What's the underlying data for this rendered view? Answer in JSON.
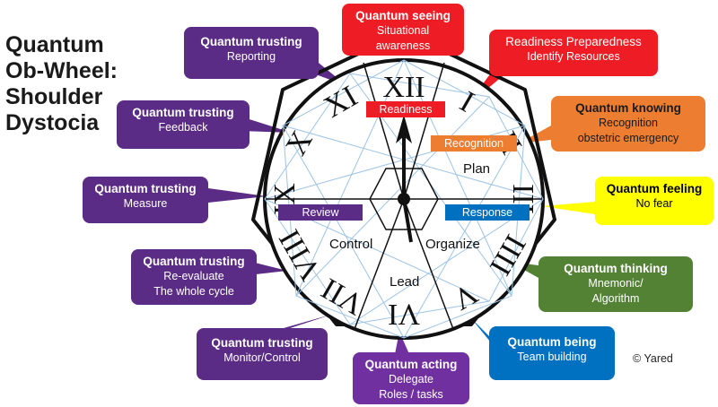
{
  "title": [
    "Quantum",
    "Ob-Wheel:",
    "Shoulder",
    "Dystocia"
  ],
  "center_labels": {
    "readiness": "Readiness",
    "recognition": "Recognition",
    "plan": "Plan",
    "review": "Review",
    "response": "Response",
    "control": "Control",
    "organize": "Organize",
    "lead": "Lead"
  },
  "callouts": {
    "seeing": {
      "title": "Quantum seeing",
      "lines": [
        "Situational",
        "awareness"
      ]
    },
    "readiness": {
      "title": "Readiness Preparedness",
      "lines": [
        "Identify Resources"
      ]
    },
    "knowing": {
      "title": "Quantum knowing",
      "lines": [
        "Recognition",
        "obstetric emergency"
      ]
    },
    "feeling": {
      "title": "Quantum feeling",
      "lines": [
        "No fear"
      ]
    },
    "thinking": {
      "title": "Quantum thinking",
      "lines": [
        "Mnemonic/",
        "Algorithm"
      ]
    },
    "being": {
      "title": "Quantum being",
      "lines": [
        "Team building"
      ]
    },
    "acting": {
      "title": "Quantum acting",
      "lines": [
        "Delegate",
        "Roles / tasks"
      ]
    },
    "monitor": {
      "title": "Quantum trusting",
      "lines": [
        "Monitor/Control"
      ]
    },
    "reevaluate": {
      "title": "Quantum trusting",
      "lines": [
        "Re-evaluate",
        "The whole cycle"
      ]
    },
    "measure": {
      "title": "Quantum trusting",
      "lines": [
        "Measure"
      ]
    },
    "feedback": {
      "title": "Quantum trusting",
      "lines": [
        "Feedback"
      ]
    },
    "reporting": {
      "title": "Quantum trusting",
      "lines": [
        "Reporting"
      ]
    }
  },
  "numerals": [
    "XII",
    "I",
    "II",
    "III",
    "IIII",
    "V",
    "VI",
    "VII",
    "VIII",
    "IX",
    "X",
    "XI"
  ],
  "copyright": "© Yared",
  "colors": {
    "purple": "#5b2c86",
    "red": "#ee1c24",
    "orange": "#ed7d31",
    "yellow": "#ffff00",
    "green": "#548235",
    "blue": "#0070c0",
    "violet": "#7030a0"
  }
}
